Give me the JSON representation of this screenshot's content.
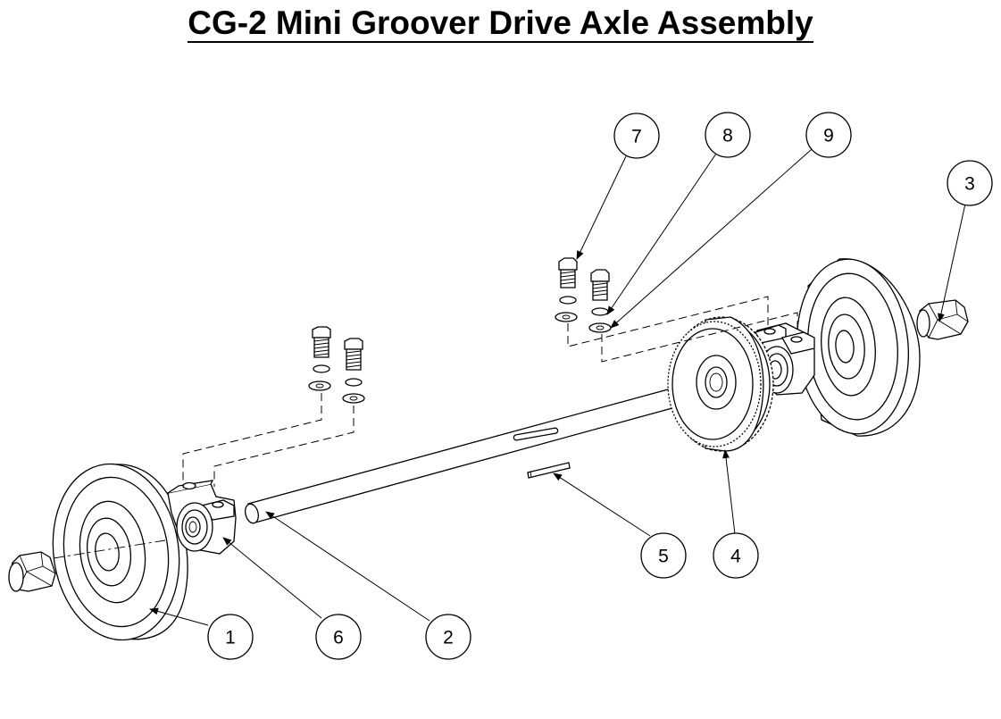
{
  "title": "CG-2 Mini Groover Drive Axle Assembly",
  "callouts": {
    "c1": "1",
    "c2": "2",
    "c3": "3",
    "c4": "4",
    "c5": "5",
    "c6": "6",
    "c7": "7",
    "c8": "8",
    "c9": "9"
  }
}
